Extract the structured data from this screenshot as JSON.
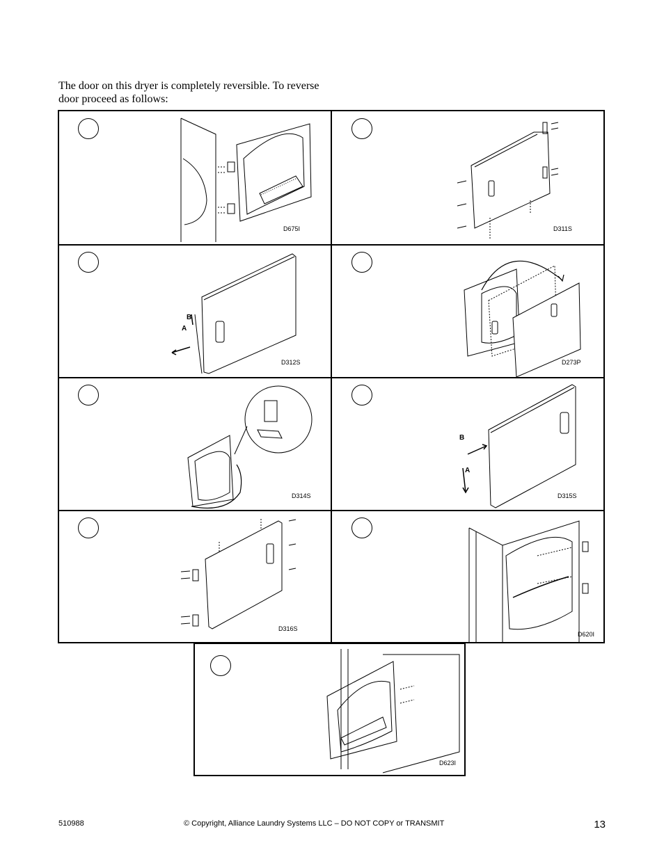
{
  "intro": "The door on this dryer is completely reversible. To reverse door proceed as follows:",
  "figures": [
    {
      "code": "D675I"
    },
    {
      "code": "D311S"
    },
    {
      "code": "D312S",
      "labels": [
        "B",
        "A"
      ]
    },
    {
      "code": "D273P"
    },
    {
      "code": "D314S"
    },
    {
      "code": "D315S",
      "labels": [
        "B",
        "A"
      ]
    },
    {
      "code": "D316S"
    },
    {
      "code": "D620I"
    },
    {
      "code": "D623I"
    }
  ],
  "footer": {
    "doc_number": "510988",
    "copyright": "© Copyright, Alliance Laundry Systems LLC – DO NOT COPY or TRANSMIT",
    "page": "13"
  }
}
